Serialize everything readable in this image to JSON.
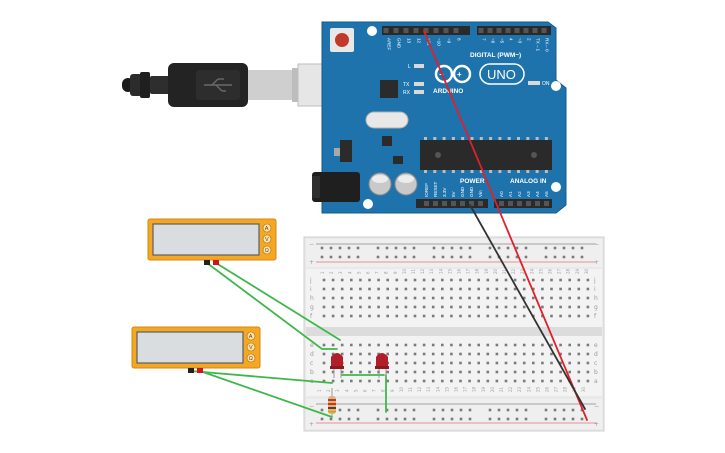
{
  "board": {
    "brand": "ARDUINO",
    "model": "UNO",
    "digital_label": "DIGITAL (PWM~)",
    "analog_label": "ANALOG IN",
    "power_label": "POWER",
    "led_l": "L",
    "led_tx": "TX",
    "led_rx": "RX",
    "led_on": "ON",
    "digital_pins": [
      "AREF",
      "GND",
      "13",
      "12",
      "~11",
      "~10",
      "~9",
      "8",
      "7",
      "~6",
      "~5",
      "4",
      "~3",
      "2",
      "TX→1",
      "RX←0"
    ],
    "power_pins": [
      "IOREF",
      "RESET",
      "3.3V",
      "5V",
      "GND",
      "GND",
      "Vin"
    ],
    "analog_pins": [
      "A0",
      "A1",
      "A2",
      "A3",
      "A4",
      "A5"
    ]
  },
  "breadboard": {
    "columns": [
      "1",
      "2",
      "3",
      "4",
      "5",
      "6",
      "7",
      "8",
      "9",
      "10",
      "11",
      "12",
      "13",
      "14",
      "15",
      "16",
      "17",
      "18",
      "19",
      "20",
      "21",
      "22",
      "23",
      "24",
      "25",
      "26",
      "27",
      "28",
      "29",
      "30"
    ],
    "rows_top": [
      "j",
      "i",
      "h",
      "g",
      "f"
    ],
    "rows_bottom": [
      "e",
      "d",
      "c",
      "b",
      "a"
    ],
    "rail_minus": "−",
    "rail_plus": "+"
  },
  "meters": [
    {
      "modes": [
        "A",
        "V",
        "Ω"
      ]
    },
    {
      "modes": [
        "A",
        "V",
        "Ω"
      ]
    }
  ],
  "colors": {
    "board": "#1e73ad",
    "wire_red": "#e0202a",
    "wire_black": "#333333",
    "wire_green": "#3eb84a",
    "meter_frame": "#f5a623",
    "led": "#b21e27"
  }
}
